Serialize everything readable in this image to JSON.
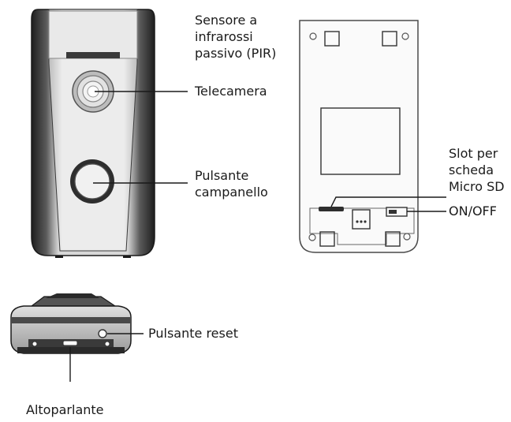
{
  "labels": {
    "pir": "Sensore a\ninfrarossi\npassivo (PIR)",
    "camera": "Telecamera",
    "doorbell": "Pulsante\ncampanello",
    "sd_slot": "Slot per\nscheda\nMicro SD",
    "on_off": "ON/OFF",
    "reset": "Pulsante reset",
    "speaker": "Altoparlante"
  },
  "colors": {
    "stroke": "#1a1a1a",
    "device_dark": "#2b2b2b",
    "device_mid": "#6e6e6e",
    "device_light": "#d9d9d9",
    "panel_fill": "#f7f7f7"
  }
}
